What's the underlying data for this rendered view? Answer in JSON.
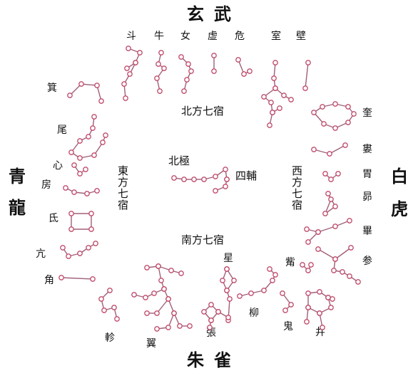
{
  "directions": {
    "north": "玄武",
    "south": "朱雀",
    "east_left": "青",
    "east_left2": "龍",
    "west_right": "白",
    "west_right2": "虎"
  },
  "groups": {
    "north": "北方七宿",
    "south": "南方七宿",
    "east": "東方七宿",
    "west": "西方七宿"
  },
  "center": {
    "pole": "北極",
    "aux": "四輔"
  },
  "mansions": {
    "dou": "斗",
    "niu": "牛",
    "nv": "女",
    "xu": "虚",
    "wei": "危",
    "shi": "室",
    "bi": "壁",
    "kui": "奎",
    "lou": "婁",
    "wei2": "胃",
    "mao": "昴",
    "bi2": "畢",
    "zi": "觜",
    "shen": "参",
    "jing": "井",
    "gui": "鬼",
    "liu": "柳",
    "xing": "星",
    "zhang": "張",
    "yi": "翼",
    "zhen": "軫",
    "jiao": "角",
    "kang": "亢",
    "di": "氐",
    "fang": "房",
    "xin": "心",
    "wei3": "尾",
    "ji": "箕"
  },
  "colors": {
    "star_outline": "#c04a6a",
    "line": "#a0607a"
  }
}
